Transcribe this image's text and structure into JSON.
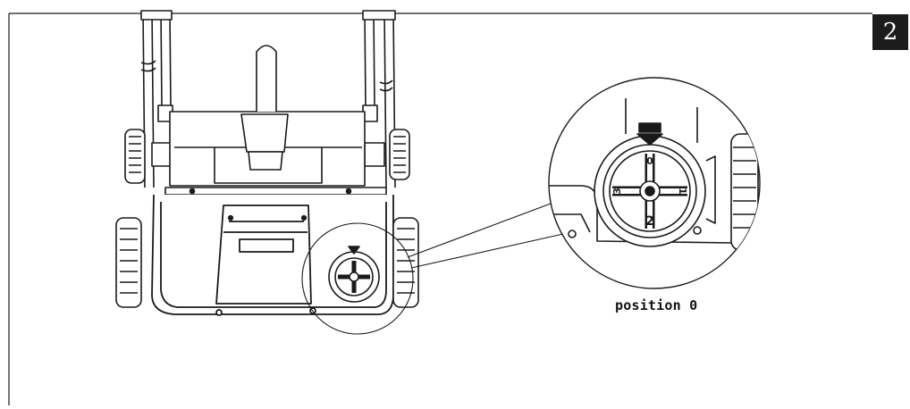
{
  "figure": {
    "step_number": "2",
    "caption": "position 0",
    "dial_labels": [
      "0",
      "1",
      "2",
      "3"
    ]
  },
  "colors": {
    "line": "#1a1a1a",
    "badge": "#1c1c1c",
    "background": "#ffffff"
  },
  "icons": [
    "height-adjustment-dial-icon",
    "pointer-arrow-icon"
  ]
}
